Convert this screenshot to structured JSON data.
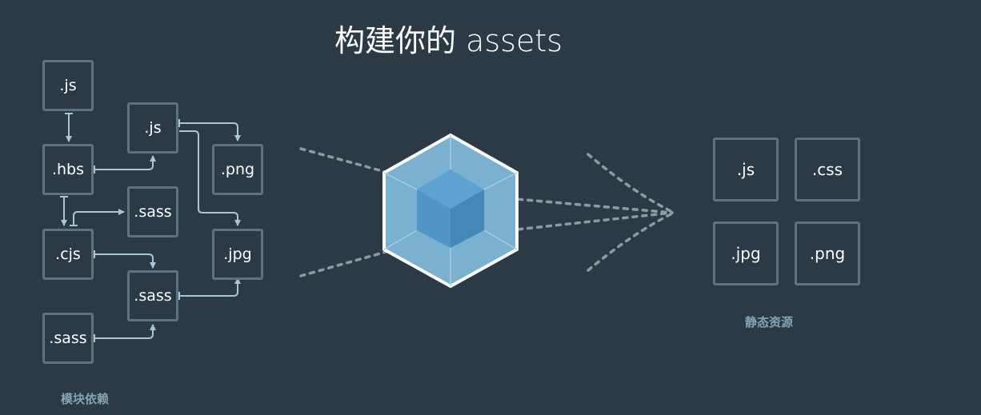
{
  "title": "构建你的 assets",
  "modules": {
    "caption": "模块依赖",
    "nodes": {
      "js_top": ".js",
      "hbs": ".hbs",
      "cjs": ".cjs",
      "sass_bottom_left": ".sass",
      "js_mid": ".js",
      "sass_top": ".sass",
      "sass_mid": ".sass",
      "png": ".png",
      "jpg": ".jpg"
    }
  },
  "assets": {
    "caption": "静态资源",
    "items": [
      ".js",
      ".css",
      ".jpg",
      ".png"
    ]
  },
  "colors": {
    "background": "#2b3a44",
    "box_border": "#5d7380",
    "arrow": "#a9c6d8",
    "dots": "#8c9aa3",
    "cube_outer": "#7ab1d0",
    "cube_inner": "#4f96c6",
    "caption": "#86a3b5"
  }
}
